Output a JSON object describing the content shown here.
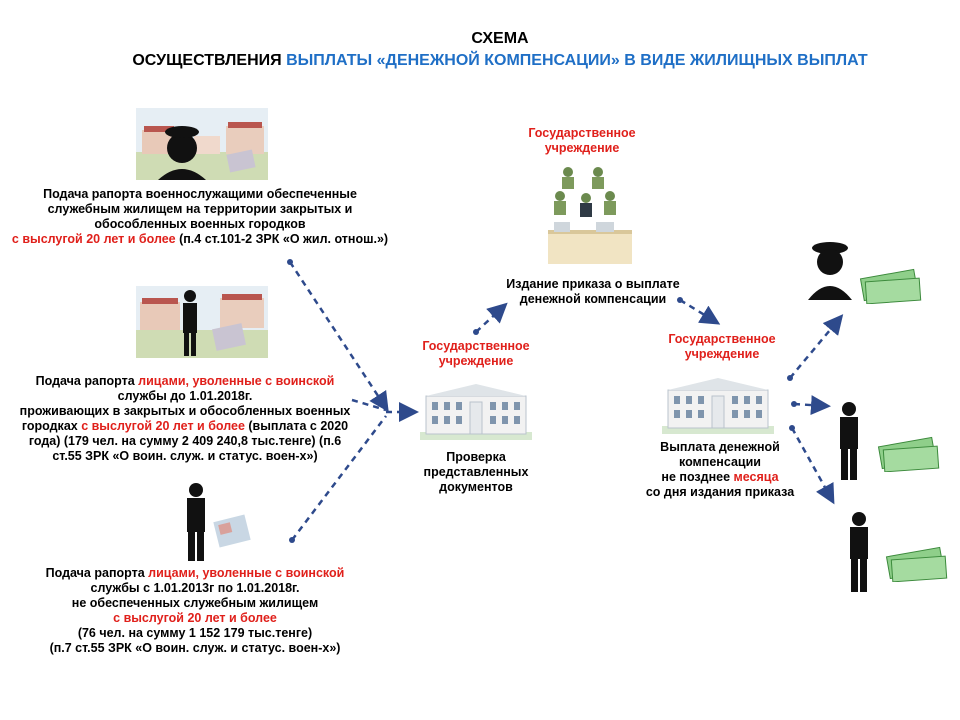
{
  "title": {
    "line1": "СХЕМА",
    "prefix": "ОСУЩЕСТВЛЕНИЯ ",
    "highlight": "ВЫПЛАТЫ «ДЕНЕЖНОЙ КОМПЕНСАЦИИ» В ВИДЕ ЖИЛИЩНЫХ ВЫПЛАТ"
  },
  "block1": {
    "l1": "Подача рапорта военнослужащими обеспеченные",
    "l2": "служебным жилищем на территории  закрытых и",
    "l3": "обособленных военных городков",
    "l4_red": "с выслугой  20 лет и более",
    "l4_rest": " (п.4 ст.101-2  ЗРК «О жил. отнош.»)"
  },
  "block2": {
    "l1_a": "Подача рапорта ",
    "l1_red": "лицами, уволенные с воинской",
    "l2": "службы до 1.01.2018г.",
    "l3": "проживающих в закрытых и обособленных военных",
    "l4_a": "городках ",
    "l4_red": "с выслугой  20 лет и более",
    "l4_b": " (выплата с 2020",
    "l5": "года) (179 чел. на сумму  2 409 240,8 тыс.тенге) (п.6",
    "l6": "ст.55 ЗРК «О воин. служ. и статус. воен-х»)"
  },
  "block3": {
    "l1_a": "Подача рапорта ",
    "l1_red": "лицами, уволенные с воинской",
    "l2": "службы  с 1.01.2013г  по 1.01.2018г.",
    "l3": "не обеспеченных служебным жилищем",
    "l4_red": "с выслугой  20 лет и более",
    "l5": "(76  чел. на сумму  1 152 179 тыс.тенге)",
    "l6": "(п.7 ст.55 ЗРК «О воин. служ. и статус. воен-х»)"
  },
  "gov_top": {
    "l1": "Государственное",
    "l2": "учреждение"
  },
  "order": {
    "l1": "Издание приказа о выплате",
    "l2": "денежной компенсации"
  },
  "gov_mid": {
    "l1": "Государственное",
    "l2": "учреждение"
  },
  "check": {
    "l1": "Проверка",
    "l2": "представленных",
    "l3": "документов"
  },
  "gov_right": {
    "l1": "Государственное",
    "l2": "учреждение"
  },
  "payment": {
    "l1": "Выплата денежной",
    "l2": "компенсации",
    "l3_a": "не позднее ",
    "l3_red": "месяца",
    "l4": "со дня издания приказа"
  },
  "colors": {
    "red": "#e0201b",
    "blue": "#1f6fc6",
    "arrow": "#2e4a8c"
  }
}
